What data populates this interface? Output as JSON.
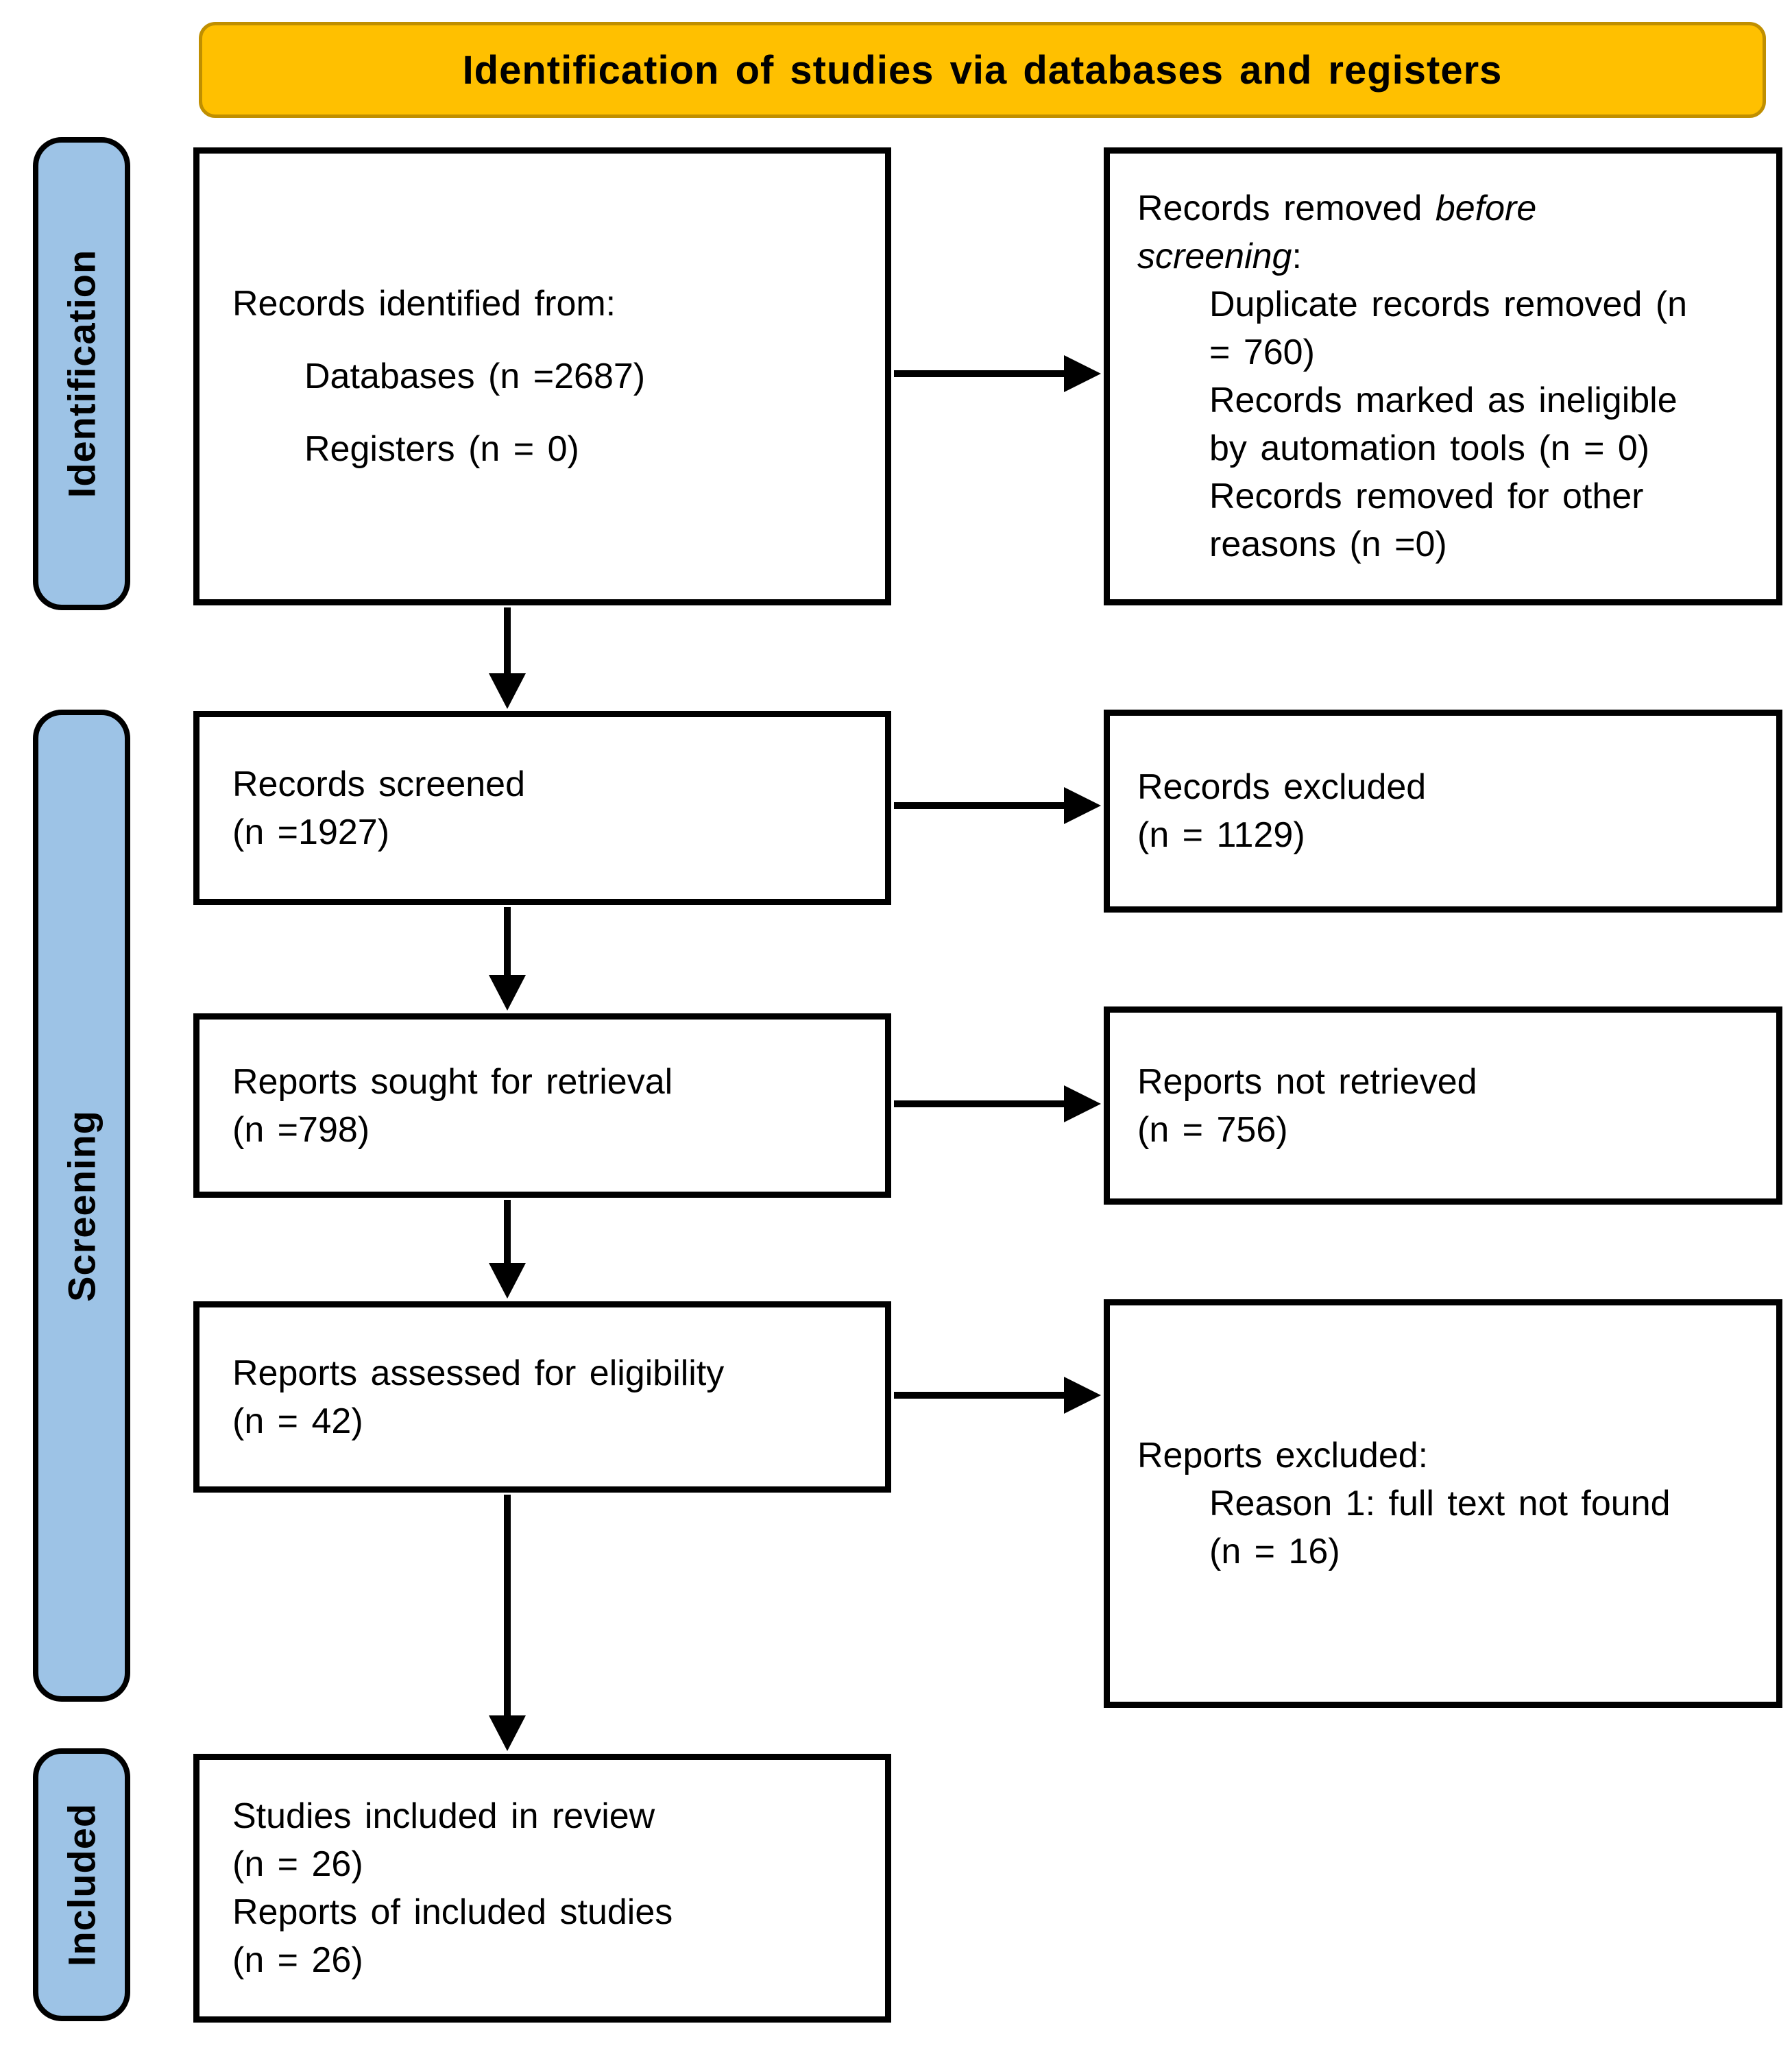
{
  "banner": {
    "label": "Identification of studies via databases and registers"
  },
  "colors": {
    "banner_fill": "#FFC000",
    "banner_border": "#C08F00",
    "stage_fill": "#9DC3E6",
    "box_border": "#000000",
    "arrow": "#000000"
  },
  "stages": {
    "identification": "Identification",
    "screening": "Screening",
    "included": "Included"
  },
  "boxes": {
    "records_identified": {
      "lines": [
        {
          "indent": 0,
          "segs": [
            {
              "t": "Records identified from:"
            }
          ]
        },
        {
          "indent": 1,
          "segs": [
            {
              "t": "Databases (n =2687)"
            }
          ]
        },
        {
          "indent": 1,
          "segs": [
            {
              "t": "Registers (n = 0)"
            }
          ]
        }
      ]
    },
    "records_removed": {
      "lines": [
        {
          "indent": 0,
          "segs": [
            {
              "t": "Records removed "
            },
            {
              "t": "before",
              "i": true
            }
          ]
        },
        {
          "indent": 0,
          "segs": [
            {
              "t": "screening",
              "i": true
            },
            {
              "t": ":"
            }
          ]
        },
        {
          "indent": 1,
          "segs": [
            {
              "t": "Duplicate records removed (n"
            }
          ]
        },
        {
          "indent": 1,
          "segs": [
            {
              "t": "= 760)"
            }
          ]
        },
        {
          "indent": 1,
          "segs": [
            {
              "t": "Records marked as ineligible"
            }
          ]
        },
        {
          "indent": 1,
          "segs": [
            {
              "t": "by automation tools (n = 0)"
            }
          ]
        },
        {
          "indent": 1,
          "segs": [
            {
              "t": "Records removed for other"
            }
          ]
        },
        {
          "indent": 1,
          "segs": [
            {
              "t": "reasons (n =0)"
            }
          ]
        }
      ]
    },
    "records_screened": {
      "lines": [
        {
          "indent": 0,
          "segs": [
            {
              "t": "Records screened"
            }
          ]
        },
        {
          "indent": 0,
          "segs": [
            {
              "t": "(n =1927)"
            }
          ]
        }
      ]
    },
    "records_excluded": {
      "lines": [
        {
          "indent": 0,
          "segs": [
            {
              "t": "Records excluded"
            }
          ]
        },
        {
          "indent": 0,
          "segs": [
            {
              "t": "(n = 1129)"
            }
          ]
        }
      ]
    },
    "reports_sought": {
      "lines": [
        {
          "indent": 0,
          "segs": [
            {
              "t": "Reports sought for retrieval"
            }
          ]
        },
        {
          "indent": 0,
          "segs": [
            {
              "t": "(n =798)"
            }
          ]
        }
      ]
    },
    "reports_not_retrieved": {
      "lines": [
        {
          "indent": 0,
          "segs": [
            {
              "t": "Reports not retrieved"
            }
          ]
        },
        {
          "indent": 0,
          "segs": [
            {
              "t": "(n = 756)"
            }
          ]
        }
      ]
    },
    "reports_assessed": {
      "lines": [
        {
          "indent": 0,
          "segs": [
            {
              "t": "Reports assessed for eligibility"
            }
          ]
        },
        {
          "indent": 0,
          "segs": [
            {
              "t": "(n = 42)"
            }
          ]
        }
      ]
    },
    "reports_excluded": {
      "lines": [
        {
          "indent": 0,
          "segs": [
            {
              "t": "Reports excluded:"
            }
          ]
        },
        {
          "indent": 1,
          "segs": [
            {
              "t": "Reason 1: full text not found"
            }
          ]
        },
        {
          "indent": 1,
          "segs": [
            {
              "t": "(n = 16)"
            }
          ]
        }
      ]
    },
    "studies_included": {
      "lines": [
        {
          "indent": 0,
          "segs": [
            {
              "t": "Studies included in review"
            }
          ]
        },
        {
          "indent": 0,
          "segs": [
            {
              "t": "(n = 26)"
            }
          ]
        },
        {
          "indent": 0,
          "segs": [
            {
              "t": "Reports of included studies"
            }
          ]
        },
        {
          "indent": 0,
          "segs": [
            {
              "t": "(n = 26)"
            }
          ]
        }
      ]
    }
  }
}
